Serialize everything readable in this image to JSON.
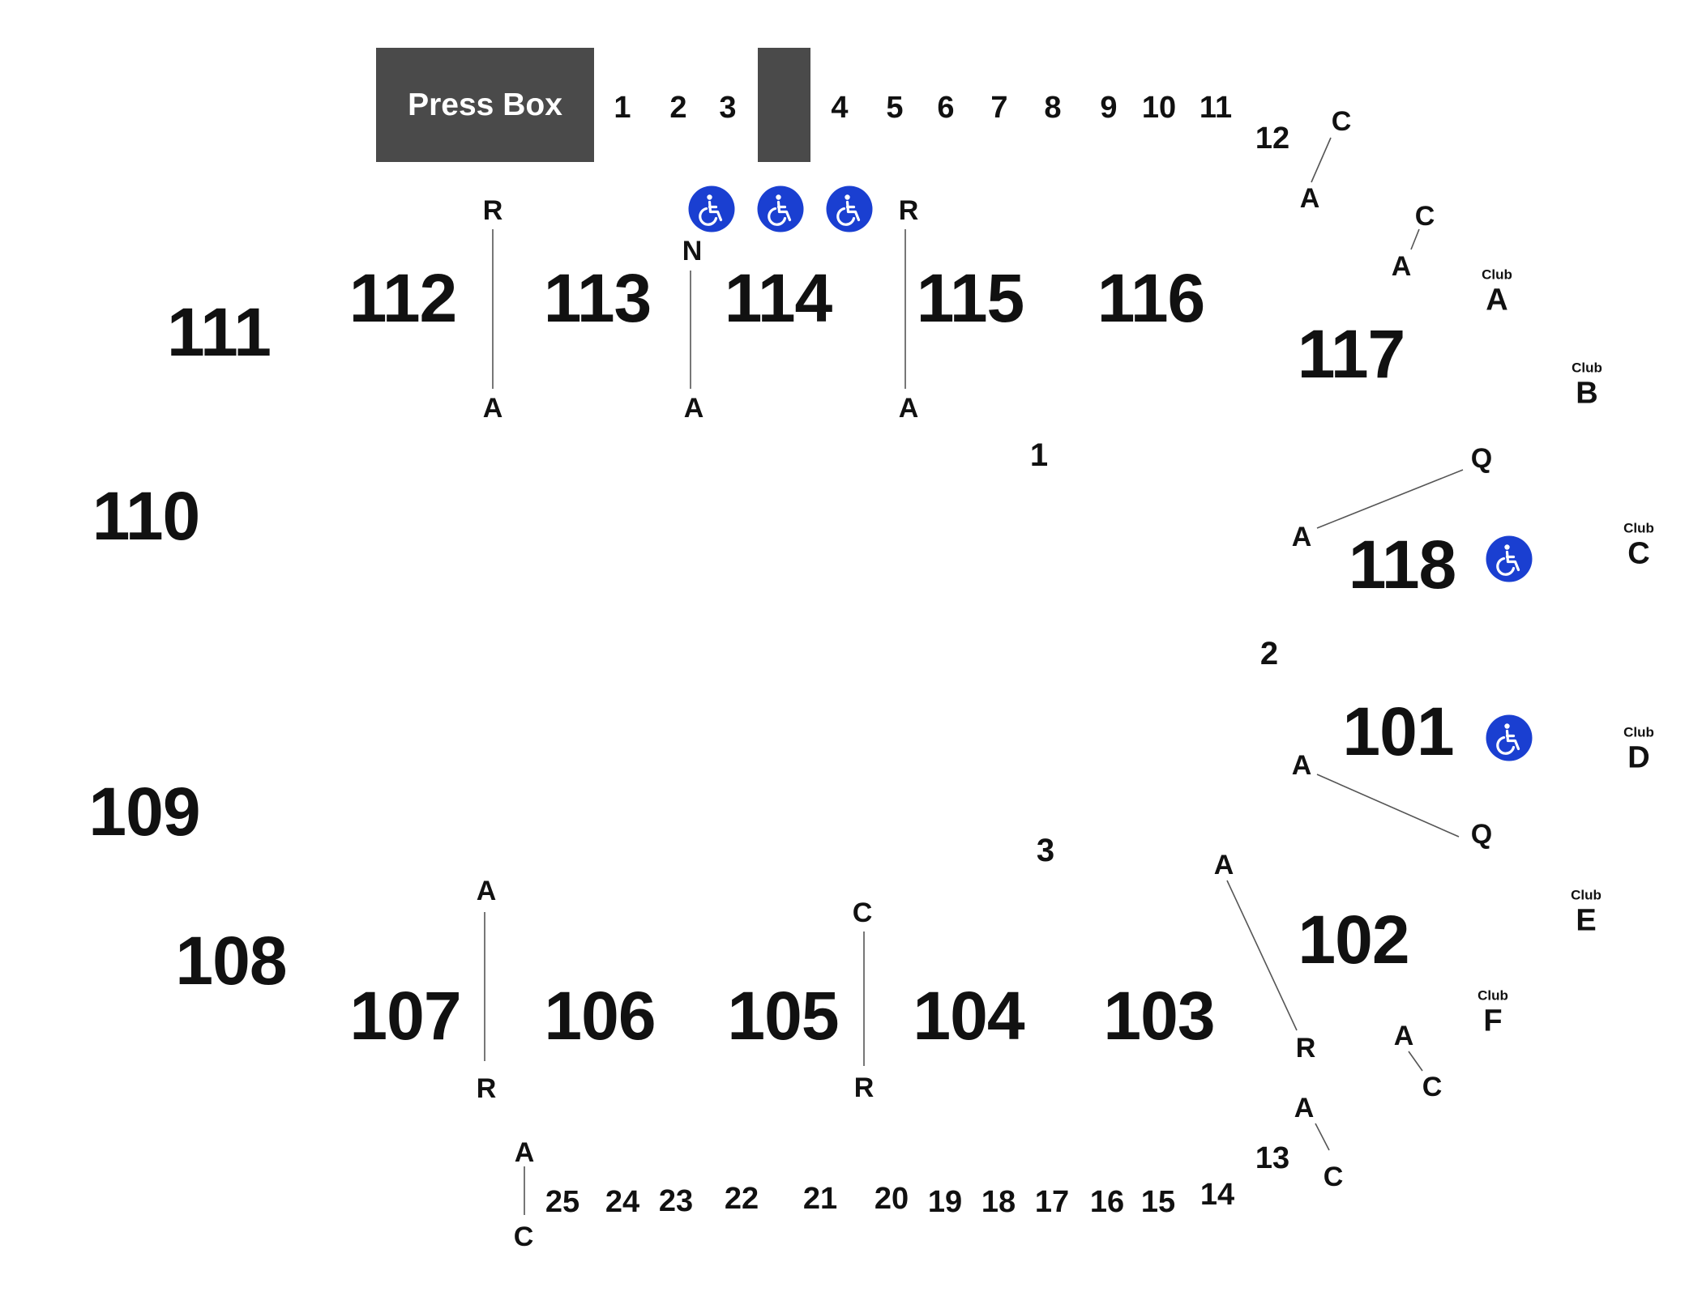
{
  "press_box": "Press Box",
  "sections": [
    "101",
    "102",
    "103",
    "104",
    "105",
    "106",
    "107",
    "108",
    "109",
    "110",
    "111",
    "112",
    "113",
    "114",
    "115",
    "116",
    "117",
    "118"
  ],
  "club_label": "Club",
  "clubs": [
    "A",
    "B",
    "C",
    "D",
    "E",
    "F"
  ],
  "aisles": [
    "1",
    "2",
    "3"
  ],
  "top_boxes": [
    "1",
    "2",
    "3",
    "4",
    "5",
    "6",
    "7",
    "8",
    "9",
    "10",
    "11",
    "12"
  ],
  "bottom_boxes": [
    "13",
    "14",
    "15",
    "16",
    "17",
    "18",
    "19",
    "20",
    "21",
    "22",
    "23",
    "24",
    "25"
  ],
  "row_labels": {
    "r112_top": "R",
    "r112_bot": "A",
    "r113_top": "N",
    "r113_bot": "A",
    "r115_top": "R",
    "r115_bot": "A",
    "r116_top": "C",
    "r116_bot": "A",
    "r117_top": "C",
    "r117_bot": "A",
    "r118_top": "Q",
    "r118_bot": "A",
    "r101_top": "A",
    "r101_bot": "Q",
    "r103_top": "A",
    "r103_bot": "R",
    "r102_top": "A",
    "r102_bot": "C",
    "r13_top": "A",
    "r13_bot": "C",
    "r105_top": "C",
    "r105_bot": "R",
    "r107_top": "A",
    "r107_bot": "R",
    "r25_top": "A",
    "r25_bot": "C"
  },
  "accessibility_icon": "wheelchair-icon",
  "colors": {
    "accessible": "#1a3fd1",
    "press_box": "#4a4a4a"
  }
}
